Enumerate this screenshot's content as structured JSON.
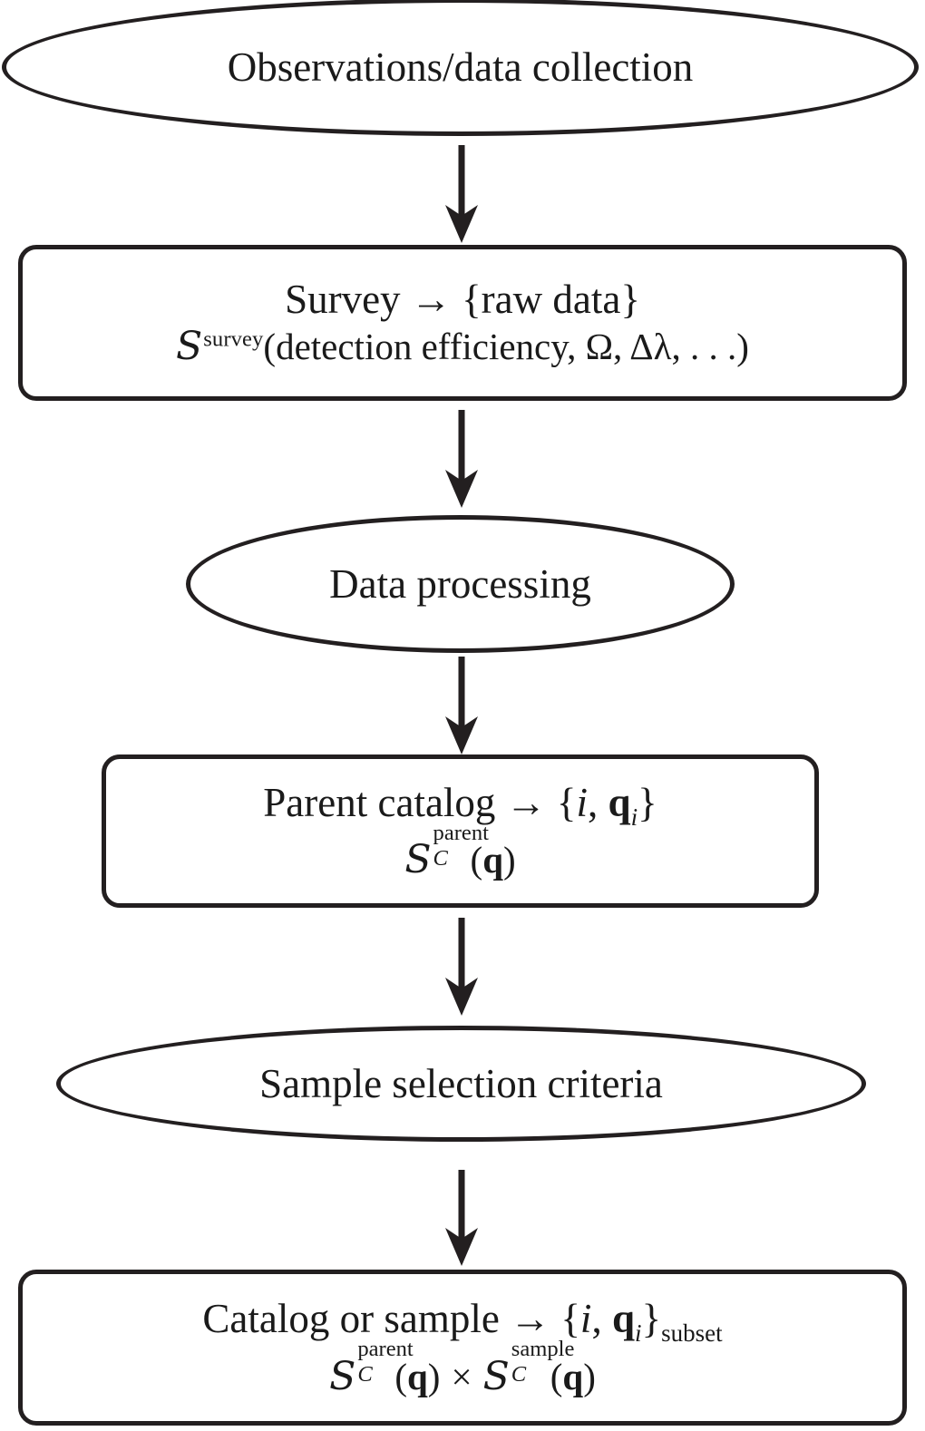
{
  "diagram": {
    "title": "Survey and catalog selection function flowchart",
    "stroke_color": "#231f20",
    "background_color": "#ffffff",
    "nodes": [
      {
        "id": "observations",
        "shape": "ellipse",
        "label": "Observations/data collection"
      },
      {
        "id": "survey",
        "shape": "rounded-rectangle",
        "line1_pre": "Survey ",
        "line1_arrow": "→",
        "line1_post": " {raw data}",
        "line2_script": "S",
        "line2_superscript": "survey",
        "line2_rest": "(detection efficiency, Ω, Δλ, . . .)"
      },
      {
        "id": "data-processing",
        "shape": "ellipse",
        "label": "Data processing"
      },
      {
        "id": "parent-catalog",
        "shape": "rounded-rectangle",
        "line1_pre": "Parent catalog ",
        "line1_arrow": "→",
        "line1_brace_open": " {",
        "line1_index": "i",
        "line1_comma": ", ",
        "line1_vector": "q",
        "line1_vector_sub": "i",
        "line1_brace_close": "}",
        "line2_script": "S",
        "line2_superscript": "parent",
        "line2_subscript": "C",
        "line2_rest_open": "(",
        "line2_vector": "q",
        "line2_rest_close": ")"
      },
      {
        "id": "sample-selection",
        "shape": "ellipse",
        "label": "Sample selection criteria"
      },
      {
        "id": "catalog-or-sample",
        "shape": "rounded-rectangle",
        "line1_pre": "Catalog or sample ",
        "line1_arrow": "→",
        "line1_brace_open": " {",
        "line1_index": "i",
        "line1_comma": ", ",
        "line1_vector": "q",
        "line1_vector_sub": "i",
        "line1_brace_close": "}",
        "line1_subset": "subset",
        "line2_script_a": "S",
        "line2_superscript_a": "parent",
        "line2_subscript_a": "C",
        "line2_open_a": "(",
        "line2_vector_a": "q",
        "line2_close_a": ")",
        "line2_times": "×",
        "line2_script_b": "S",
        "line2_superscript_b": "sample",
        "line2_subscript_b": "C",
        "line2_open_b": "(",
        "line2_vector_b": "q",
        "line2_close_b": ")"
      }
    ],
    "connectors": [
      {
        "id": "arrow-observations-to-survey",
        "glyph": "down-arrow"
      },
      {
        "id": "arrow-survey-to-data-processing",
        "glyph": "down-arrow"
      },
      {
        "id": "arrow-data-processing-to-parent-catalog",
        "glyph": "down-arrow"
      },
      {
        "id": "arrow-parent-catalog-to-sample-selection",
        "glyph": "down-arrow"
      },
      {
        "id": "arrow-sample-selection-to-catalog-or-sample",
        "glyph": "down-arrow"
      }
    ]
  }
}
